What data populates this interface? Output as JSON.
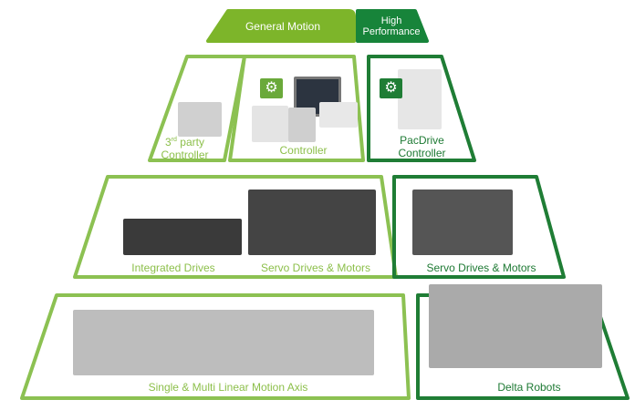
{
  "tabs": {
    "general": "General Motion",
    "high": "High Performance"
  },
  "tiers": {
    "third_party": {
      "sup": "rd",
      "prefix": "3",
      "rest": " party",
      "line2": "Controller"
    },
    "controller": "Controller",
    "pacdrive": [
      "PacDrive",
      "Controller"
    ],
    "integrated_drives": "Integrated Drives",
    "servo_general": "Servo Drives & Motors",
    "servo_high": "Servo Drives & Motors",
    "linear": "Single & Multi Linear Motion Axis",
    "delta": "Delta Robots"
  },
  "colors": {
    "light": "#7db52a",
    "dark": "#17843a",
    "frame_light": "#8cc152",
    "frame_dark": "#1f7d35"
  },
  "icons": [
    "gear-icon",
    "gear-icon"
  ]
}
